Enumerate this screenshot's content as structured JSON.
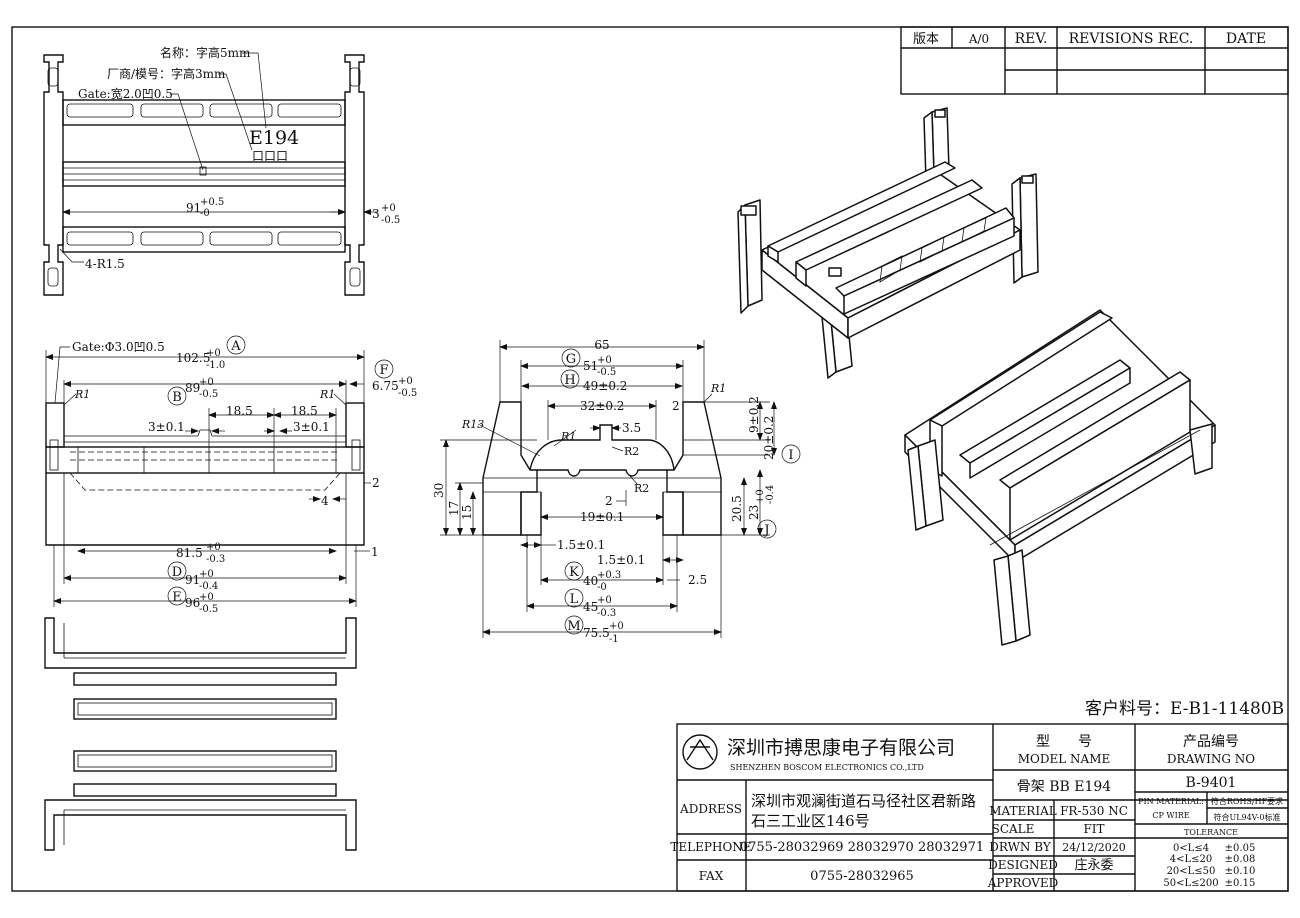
{
  "revision_table": {
    "version_label": "版本",
    "version_value": "A/0",
    "rev_label": "REV.",
    "revisions_label": "REVISIONS REC.",
    "date_label": "DATE"
  },
  "top_view": {
    "note_name": "名称：字高5mm",
    "note_vendor": "厂商/模号：字高3mm",
    "note_gate": "Gate:宽2.0凹0.5",
    "marking": "E194",
    "marking_boxes": "口口口",
    "dim_91": "91",
    "dim_91_tol_up": "+0.5",
    "dim_91_tol_dn": "-0",
    "dim_3": "3",
    "dim_3_tol_up": "+0",
    "dim_3_tol_dn": "-0.5",
    "dim_radius": "4-R1.5"
  },
  "front_view": {
    "note_gate": "Gate:Φ3.0凹0.5",
    "dim_a": "102.5",
    "dim_a_up": "+0",
    "dim_a_dn": "-1.0",
    "bubble_a": "A",
    "dim_b": "89",
    "dim_b_up": "+0",
    "dim_b_dn": "-0.5",
    "bubble_b": "B",
    "dim_f": "6.75",
    "dim_f_up": "+0",
    "dim_f_dn": "-0.5",
    "bubble_f": "F",
    "r1_left": "R1",
    "r1_right": "R1",
    "dim_185a": "18.5",
    "dim_185b": "18.5",
    "dim_3a": "3±0.1",
    "dim_3b": "3±0.1",
    "dim_2": "2",
    "dim_4": "4",
    "dim_1": "1",
    "dim_c": "81.5",
    "dim_c_up": "+0",
    "dim_c_dn": "-0.3",
    "dim_d": "91",
    "dim_d_up": "+0",
    "dim_d_dn": "-0.4",
    "bubble_d": "D",
    "dim_e": "96",
    "dim_e_up": "+0",
    "dim_e_dn": "-0.5",
    "bubble_e": "E"
  },
  "side_view": {
    "dim_65": "65",
    "dim_g": "51",
    "dim_g_up": "+0",
    "dim_g_dn": "-0.5",
    "bubble_g": "G",
    "dim_h": "49±0.2",
    "bubble_h": "H",
    "dim_32": "32±0.2",
    "dim_2a": "2",
    "r1a": "R1",
    "r1b": "R1",
    "r13": "R13",
    "dim_35": "3.5",
    "r2a": "R2",
    "r2b": "R2",
    "dim_2b": "2",
    "dim_19": "19±0.1",
    "dim_15a": "1.5±0.1",
    "dim_15b": "1.5±0.1",
    "dim_k": "40",
    "dim_k_up": "+0.3",
    "dim_k_dn": "-0",
    "bubble_k": "K",
    "dim_25": "2.5",
    "dim_l": "45",
    "dim_l_up": "+0",
    "dim_l_dn": "-0.3",
    "bubble_l": "L",
    "dim_m": "75.5",
    "dim_m_up": "+0",
    "dim_m_dn": "-1",
    "bubble_m": "M",
    "dim_30": "30",
    "dim_17": "17",
    "dim_15": "15",
    "dim_9": "9±0.2",
    "dim_20": "20±0.2",
    "bubble_i": "I",
    "dim_205": "20.5",
    "dim_23": "23",
    "dim_23_up": "+0",
    "dim_23_dn": "-0.4",
    "bubble_j": "J"
  },
  "customer_part_no": "客户料号：E-B1-11480B",
  "title_block": {
    "company_cn": "深圳市搏思康电子有限公司",
    "company_en": "SHENZHEN BOSCOM ELECTRONICS CO.,LTD",
    "address_label": "ADDRESS",
    "address_line1": "深圳市观澜街道石马径社区君新路",
    "address_line2": "石三工业区146号",
    "telephone_label": "TELEPHONE",
    "telephone": "0755-28032969 28032970 28032971",
    "fax_label": "FAX",
    "fax": "0755-28032965",
    "model_label_cn": "型　　号",
    "model_label_en": "MODEL NAME",
    "model_name": "骨架 BB E194",
    "drawing_label_cn": "产品编号",
    "drawing_label_en": "DRAWING NO",
    "drawing_no": "B-9401",
    "material_label": "MATERIAL",
    "material": "FR-530 NC",
    "scale_label": "SCALE",
    "scale": "FIT",
    "drawn_label": "DRWN BY",
    "drawn_date": "24/12/2020",
    "designed_label": "DESIGNED",
    "designer": "庄永委",
    "approved_label": "APPROVED",
    "pin_material_label": "PIN MATERIAL:",
    "pin_material": "CP WIRE",
    "rohs": "符合ROHS/HF要求",
    "ul": "符合UL94V-0标准",
    "tolerance_label": "TOLERANCE",
    "tol_rows": [
      {
        "range": "0<L≤4",
        "tol": "±0.05"
      },
      {
        "range": "4<L≤20",
        "tol": "±0.08"
      },
      {
        "range": "20<L≤50",
        "tol": "±0.10"
      },
      {
        "range": "50<L≤200",
        "tol": "±0.15"
      }
    ]
  }
}
